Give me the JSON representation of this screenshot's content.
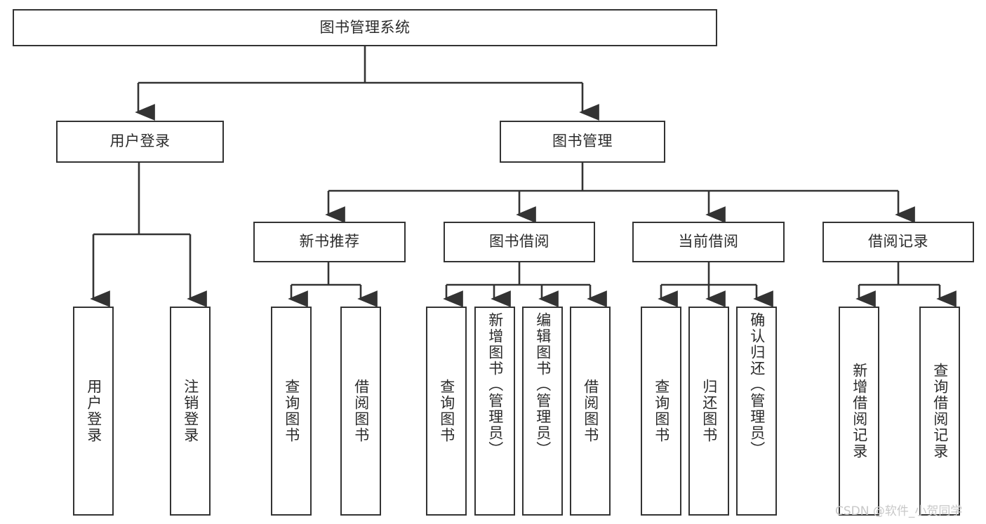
{
  "diagram": {
    "title": "图书管理系统",
    "type": "tree",
    "root": {
      "label": "图书管理系统"
    },
    "level2": [
      {
        "label": "用户登录"
      },
      {
        "label": "图书管理"
      }
    ],
    "level3": [
      {
        "label": "新书推荐"
      },
      {
        "label": "图书借阅"
      },
      {
        "label": "当前借阅"
      },
      {
        "label": "借阅记录"
      }
    ],
    "leaves": {
      "user_login": [
        {
          "label": "用户登录"
        },
        {
          "label": "注销登录"
        }
      ],
      "new_book_recommend": [
        {
          "label": "查询图书"
        },
        {
          "label": "借阅图书"
        }
      ],
      "book_borrow": [
        {
          "label": "查询图书"
        },
        {
          "label": "新增图书（管理员）"
        },
        {
          "label": "编辑图书（管理员）"
        },
        {
          "label": "借阅图书"
        }
      ],
      "current_borrow": [
        {
          "label": "查询图书"
        },
        {
          "label": "归还图书"
        },
        {
          "label": "确认归还（管理员）"
        }
      ],
      "borrow_records": [
        {
          "label": "新增借阅记录"
        },
        {
          "label": "查询借阅记录"
        }
      ]
    }
  },
  "watermark": {
    "text": "CSDN @软件_小贺同学"
  },
  "colors": {
    "background": "#ffffff",
    "box_border": "#333333",
    "box_fill": "#ffffff",
    "text": "#2b2b2b",
    "edge": "#333333",
    "watermark": "#c8c8c8"
  }
}
